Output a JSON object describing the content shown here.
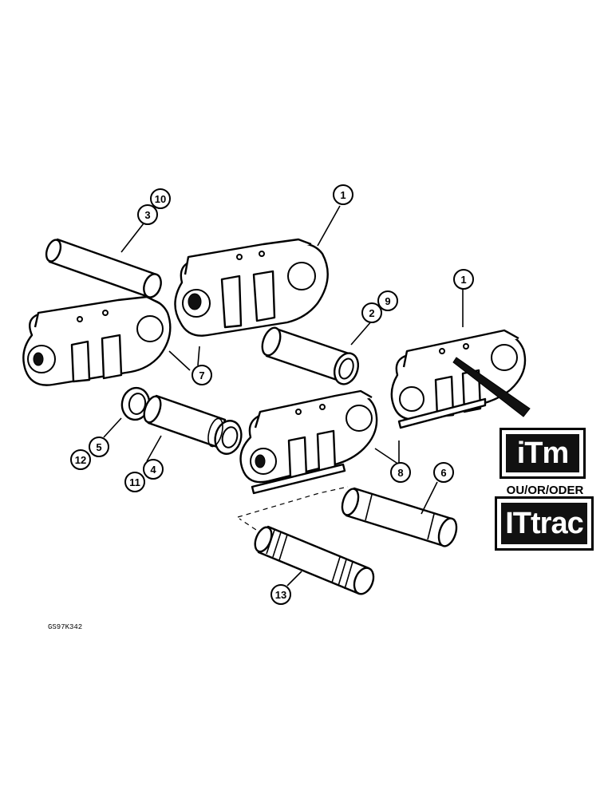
{
  "callouts": [
    {
      "id": "10",
      "label": "10"
    },
    {
      "id": "3",
      "label": "3"
    },
    {
      "id": "1a",
      "label": "1"
    },
    {
      "id": "1b",
      "label": "1"
    },
    {
      "id": "2",
      "label": "2"
    },
    {
      "id": "9",
      "label": "9"
    },
    {
      "id": "7",
      "label": "7"
    },
    {
      "id": "5",
      "label": "5"
    },
    {
      "id": "12",
      "label": "12"
    },
    {
      "id": "4",
      "label": "4"
    },
    {
      "id": "11",
      "label": "11"
    },
    {
      "id": "8",
      "label": "8"
    },
    {
      "id": "6",
      "label": "6"
    },
    {
      "id": "13",
      "label": "13"
    }
  ],
  "brands": {
    "itm": "iTm",
    "separator": "OU/OR/ODER",
    "itrac": "ITtrac"
  },
  "figure_code": "GS97K342"
}
